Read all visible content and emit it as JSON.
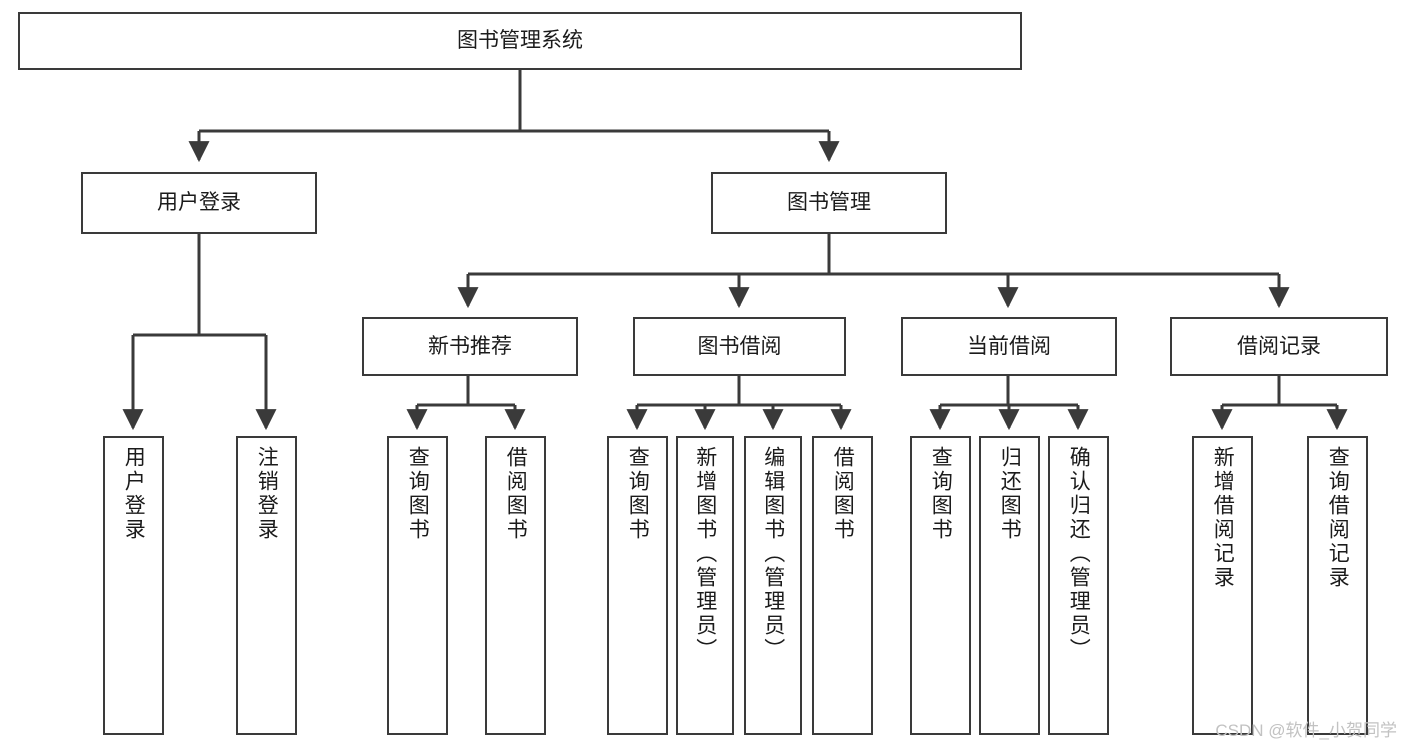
{
  "diagram": {
    "title": "图书管理系统",
    "type": "tree-hierarchy",
    "watermark": "CSDN @软件_小贺同学",
    "colors": {
      "box_border": "#3a3a3a",
      "box_fill": "#ffffff",
      "connector": "#3a3a3a",
      "text": "#1b1b1b",
      "watermark": "#c2c2c2"
    },
    "nodes": {
      "root": {
        "label": "图书管理系统",
        "level": 1,
        "orientation": "horizontal"
      },
      "user_login": {
        "label": "用户登录",
        "level": 2,
        "orientation": "horizontal"
      },
      "book_manage": {
        "label": "图书管理",
        "level": 2,
        "orientation": "horizontal"
      },
      "new_book_rec": {
        "label": "新书推荐",
        "level": 3,
        "orientation": "horizontal"
      },
      "book_borrow": {
        "label": "图书借阅",
        "level": 3,
        "orientation": "horizontal"
      },
      "current_borrow": {
        "label": "当前借阅",
        "level": 3,
        "orientation": "horizontal"
      },
      "borrow_record": {
        "label": "借阅记录",
        "level": 3,
        "orientation": "horizontal"
      },
      "leaf_user_login": {
        "label": "用户登录",
        "level": 4,
        "orientation": "vertical"
      },
      "leaf_logout": {
        "label": "注销登录",
        "level": 4,
        "orientation": "vertical"
      },
      "leaf_query_book_1": {
        "label": "查询图书",
        "level": 4,
        "orientation": "vertical"
      },
      "leaf_borrow_book_1": {
        "label": "借阅图书",
        "level": 4,
        "orientation": "vertical"
      },
      "leaf_query_book_2": {
        "label": "查询图书",
        "level": 4,
        "orientation": "vertical"
      },
      "leaf_add_book": {
        "label": "新增图书（管理员）",
        "level": 4,
        "orientation": "vertical"
      },
      "leaf_edit_book": {
        "label": "编辑图书（管理员）",
        "level": 4,
        "orientation": "vertical"
      },
      "leaf_borrow_book_2": {
        "label": "借阅图书",
        "level": 4,
        "orientation": "vertical"
      },
      "leaf_query_book_3": {
        "label": "查询图书",
        "level": 4,
        "orientation": "vertical"
      },
      "leaf_return_book": {
        "label": "归还图书",
        "level": 4,
        "orientation": "vertical"
      },
      "leaf_confirm_return": {
        "label": "确认归还（管理员）",
        "level": 4,
        "orientation": "vertical"
      },
      "leaf_add_record": {
        "label": "新增借阅记录",
        "level": 4,
        "orientation": "vertical"
      },
      "leaf_query_record": {
        "label": "查询借阅记录",
        "level": 4,
        "orientation": "vertical"
      }
    },
    "edges": [
      {
        "from": "root",
        "to": "user_login"
      },
      {
        "from": "root",
        "to": "book_manage"
      },
      {
        "from": "book_manage",
        "to": "new_book_rec"
      },
      {
        "from": "book_manage",
        "to": "book_borrow"
      },
      {
        "from": "book_manage",
        "to": "current_borrow"
      },
      {
        "from": "book_manage",
        "to": "borrow_record"
      },
      {
        "from": "user_login",
        "to": "leaf_user_login"
      },
      {
        "from": "user_login",
        "to": "leaf_logout"
      },
      {
        "from": "new_book_rec",
        "to": "leaf_query_book_1"
      },
      {
        "from": "new_book_rec",
        "to": "leaf_borrow_book_1"
      },
      {
        "from": "book_borrow",
        "to": "leaf_query_book_2"
      },
      {
        "from": "book_borrow",
        "to": "leaf_add_book"
      },
      {
        "from": "book_borrow",
        "to": "leaf_edit_book"
      },
      {
        "from": "book_borrow",
        "to": "leaf_borrow_book_2"
      },
      {
        "from": "current_borrow",
        "to": "leaf_query_book_3"
      },
      {
        "from": "current_borrow",
        "to": "leaf_return_book"
      },
      {
        "from": "current_borrow",
        "to": "leaf_confirm_return"
      },
      {
        "from": "borrow_record",
        "to": "leaf_add_record"
      },
      {
        "from": "borrow_record",
        "to": "leaf_query_record"
      }
    ]
  }
}
